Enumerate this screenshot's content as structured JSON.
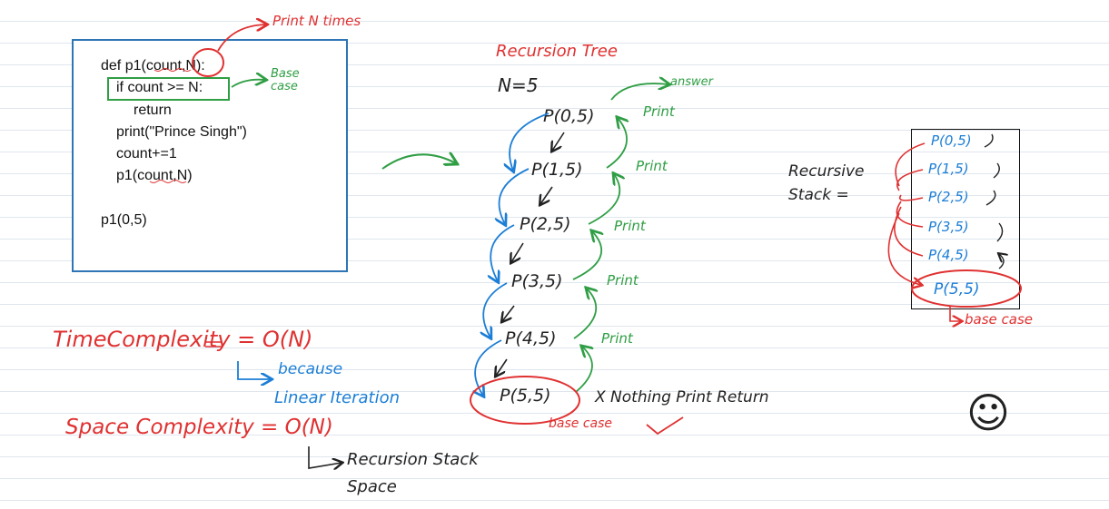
{
  "code": {
    "lines": [
      "def p1(count,N):",
      "if count >= N:",
      "return",
      "print(\"Prince Singh\")",
      "count+=1",
      "p1(count,N)",
      "p1(0,5)"
    ]
  },
  "annotations": {
    "print_n_times": "Print N times",
    "base_case_note": "Base case",
    "tree_title": "Recursion Tree",
    "n_value": "N=5",
    "answer": "answer",
    "print_label": "Print",
    "nothing_print": "X Nothing Print Return",
    "base_case_tree": "base case",
    "recursive_stack_label": "Recursive Stack =",
    "base_case_stack": "base case",
    "time_complexity": "TimeComplexity = O(N)",
    "because": "because",
    "linear_iteration": "Linear Iteration",
    "space_complexity": "Space Complexity = O(N)",
    "recursion_stack_space": "Recursion Stack Space",
    "smiley": "☺"
  },
  "tree_nodes": [
    "P(0,5)",
    "P(1,5)",
    "P(2,5)",
    "P(3,5)",
    "P(4,5)",
    "P(5,5)"
  ],
  "stack_items": [
    "P(0,5)",
    "P(1,5)",
    "P(2,5)",
    "P(3,5)",
    "P(4,5)",
    "P(5,5)"
  ],
  "colors": {
    "red": "#e03131",
    "blue": "#1c7ed6",
    "green": "#2f9e44",
    "dark": "#222222"
  }
}
